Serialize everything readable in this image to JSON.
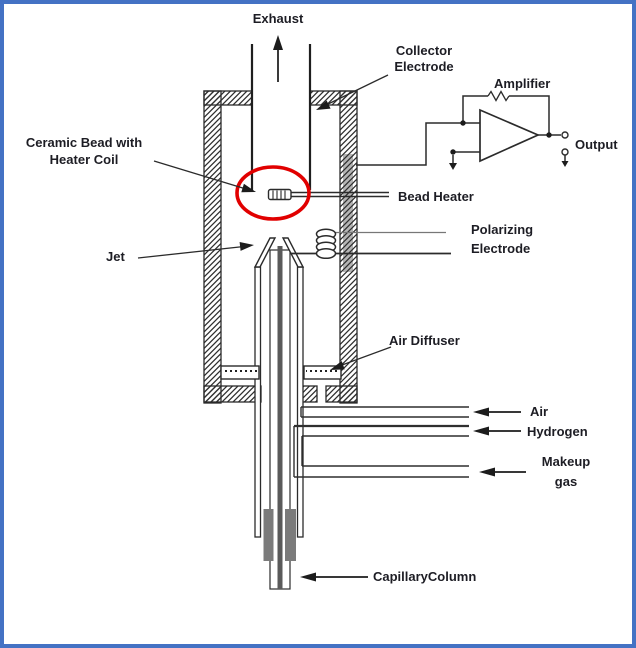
{
  "labels": {
    "exhaust": "Exhaust",
    "collector_electrode_line1": "Collector",
    "collector_electrode_line2": "Electrode",
    "amplifier": "Amplifier",
    "output": "Output",
    "ceramic_bead_line1": "Ceramic Bead with",
    "ceramic_bead_line2": "Heater Coil",
    "bead_heater": "Bead Heater",
    "polarizing_line1": "Polarizing",
    "polarizing_line2": "Electrode",
    "jet": "Jet",
    "air_diffuser": "Air Diffuser",
    "air": "Air",
    "hydrogen": "Hydrogen",
    "makeup_line1": "Makeup",
    "makeup_line2": "gas",
    "capillary_column": "CapillaryColumn"
  },
  "colors": {
    "border_blue": "#4472c4",
    "highlight_red": "#e10000",
    "line_dark": "#2b2b2b",
    "collector_stripe_gray": "#b5b5b5",
    "ferrule_gray": "#7b7b7b"
  }
}
